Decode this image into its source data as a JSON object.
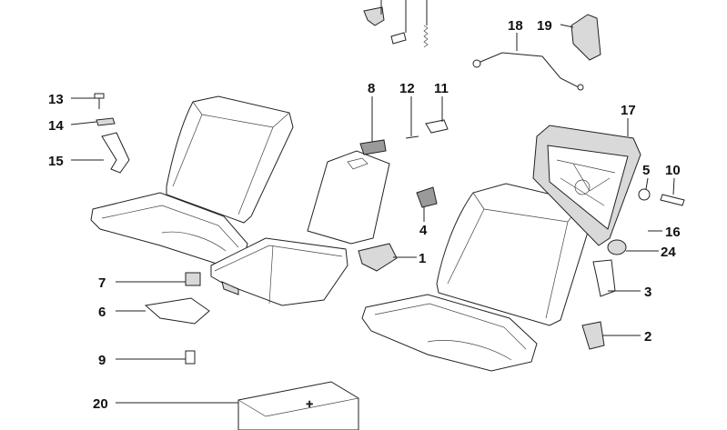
{
  "labels": {
    "p1": "1",
    "p2": "2",
    "p3": "3",
    "p4": "4",
    "p5": "5",
    "p6": "6",
    "p7": "7",
    "p8": "8",
    "p9": "9",
    "p10": "10",
    "p11": "11",
    "p12": "12",
    "p13": "13",
    "p14": "14",
    "p15": "15",
    "p16": "16",
    "p17": "17",
    "p18": "18",
    "p19": "19",
    "p20": "20",
    "p24": "24"
  }
}
